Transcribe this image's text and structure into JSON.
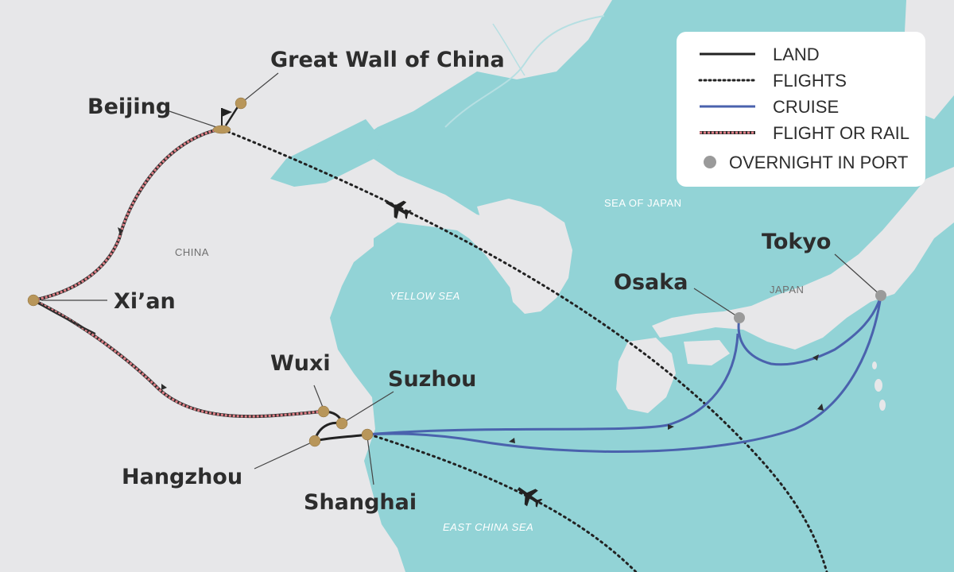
{
  "legend": {
    "land": "LAND",
    "flights": "FLIGHTS",
    "cruise": "CRUISE",
    "flight_or_rail": "FLIGHT OR RAIL",
    "overnight": "OVERNIGHT IN PORT"
  },
  "cities": {
    "great_wall": "Great Wall of China",
    "beijing": "Beijing",
    "xian": "Xi’an",
    "wuxi": "Wuxi",
    "suzhou": "Suzhou",
    "hangzhou": "Hangzhou",
    "shanghai": "Shanghai",
    "osaka": "Osaka",
    "tokyo": "Tokyo"
  },
  "regions": {
    "china": "CHINA",
    "japan": "JAPAN",
    "sea_of_japan": "SEA OF JAPAN",
    "yellow_sea": "YELLOW SEA",
    "east_china_sea": "EAST CHINA SEA"
  },
  "colors": {
    "sea": "#92d3d6",
    "land": "#e7e7e9",
    "stop": "#b8965a",
    "port": "#9a9a9a",
    "cruise": "#4a62ad",
    "flight": "#222222",
    "rail": "#e07f86"
  },
  "icons": [
    "plane-icon",
    "flag-icon"
  ]
}
